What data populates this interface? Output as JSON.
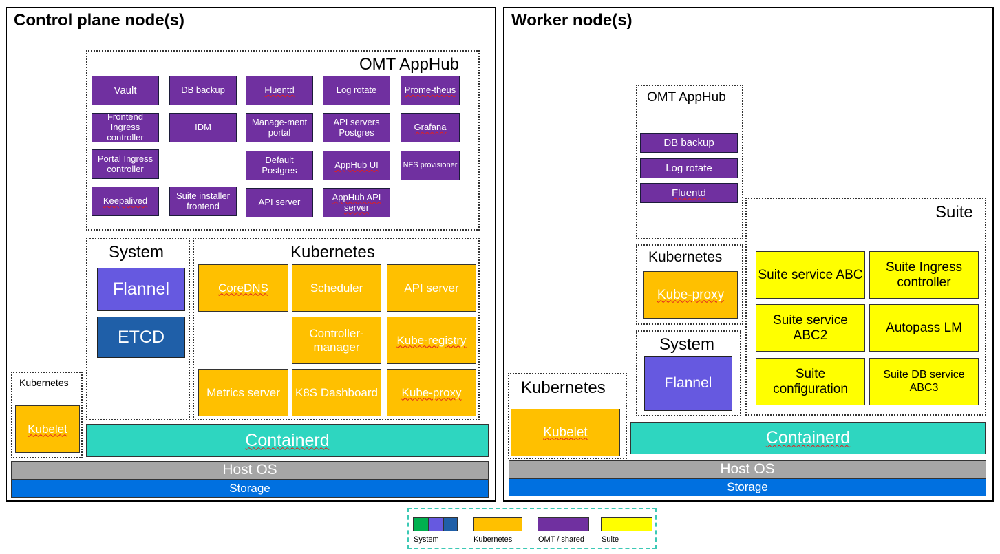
{
  "control": {
    "title": "Control plane node(s)",
    "appHub": {
      "label": "OMT AppHub",
      "boxes": [
        "Vault",
        "DB backup",
        "Fluentd",
        "Log rotate",
        "Prome-theus",
        "Frontend Ingress controller",
        "IDM",
        "Manage-ment portal",
        "API servers Postgres",
        "Grafana",
        "Portal Ingress controller",
        "Default Postgres",
        "AppHub UI",
        "NFS provisioner",
        "Keepalived",
        "Suite installer frontend",
        "API server",
        "AppHub API server"
      ]
    },
    "system": {
      "label": "System",
      "flannel": "Flannel",
      "etcd": "ETCD"
    },
    "kubernetes": {
      "label": "Kubernetes",
      "boxes": [
        "CoreDNS",
        "Scheduler",
        "API server",
        "Controller-manager",
        "Kube-registry",
        "Metrics server",
        "K8S Dashboard",
        "Kube-proxy"
      ]
    },
    "kubelet": {
      "label": "Kubernetes",
      "box": "Kubelet"
    },
    "containerd": "Containerd",
    "hostOs": "Host OS",
    "storage": "Storage"
  },
  "worker": {
    "title": "Worker node(s)",
    "appHub": {
      "label": "OMT AppHub",
      "boxes": [
        "DB backup",
        "Log rotate",
        "Fluentd"
      ]
    },
    "kubernetes": {
      "label": "Kubernetes",
      "box": "Kube-proxy"
    },
    "system": {
      "label": "System",
      "flannel": "Flannel"
    },
    "suite": {
      "label": "Suite",
      "boxes": [
        "Suite service ABC",
        "Suite Ingress controller",
        "Suite service ABC2",
        "Autopass LM",
        "Suite configuration",
        "Suite DB service ABC3"
      ]
    },
    "kubelet": {
      "label": "Kubernetes",
      "box": "Kubelet"
    },
    "containerd": "Containerd",
    "hostOs": "Host OS",
    "storage": "Storage"
  },
  "legend": {
    "items": [
      "System",
      "Kubernetes",
      "OMT / shared",
      "Suite"
    ],
    "colors": {
      "system_green": "#00b050",
      "system_purple": "#6659e0",
      "system_blue": "#1f5fa8",
      "kubernetes": "#ffc000",
      "omt": "#7030a0",
      "suite": "#ffff00"
    }
  }
}
